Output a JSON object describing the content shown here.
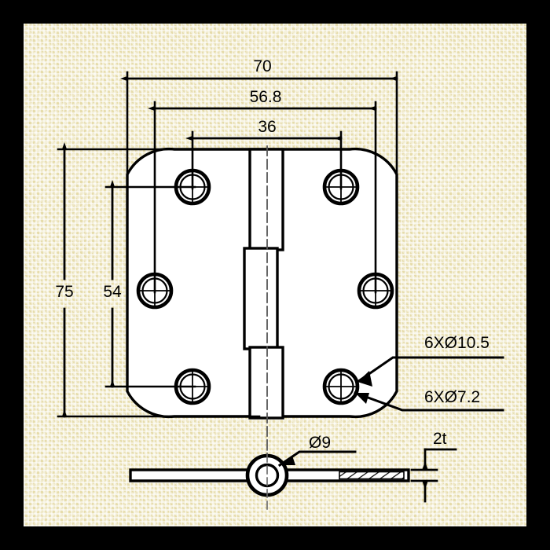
{
  "drawing": {
    "title": "Hinge plate engineering drawing",
    "units": "mm",
    "sheet": {
      "border_color": "#000000",
      "paper_color": "#e6dcab",
      "line_color": "#000000",
      "part_fill": "#ffffff"
    },
    "dimensions": {
      "overall_width": "70",
      "hole_span_width": "56.8",
      "knuckle_width": "36",
      "overall_height": "75",
      "hole_span_height": "54",
      "counterbore_note": "6XØ10.5",
      "through_hole_note": "6XØ7.2",
      "pin_note": "Ø9",
      "thickness_note": "2t"
    },
    "views": {
      "front": {
        "name": "front-view",
        "hole_count": 6,
        "hole_rows": 3,
        "hole_columns": 2
      },
      "side": {
        "name": "side-view",
        "features": [
          "plate",
          "knuckle-barrel",
          "section-hatch"
        ]
      }
    }
  }
}
